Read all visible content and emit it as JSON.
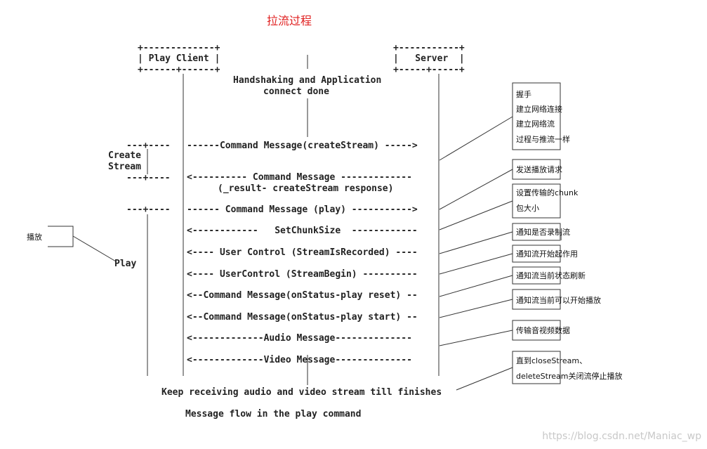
{
  "title": "拉流过程",
  "colors": {
    "title": "#e02020",
    "line": "#333333",
    "text": "#222222",
    "watermark": "#c8c8c8"
  },
  "client_box": {
    "top": "+-------------+",
    "mid": "| Play Client |",
    "bot": "+------+------+"
  },
  "server_box": {
    "top": "+-----------+",
    "mid": "|   Server  |",
    "bot": "+-----+-----+"
  },
  "handshake": [
    "Handshaking and Application",
    "connect done"
  ],
  "create_stream_label": [
    "Create",
    "Stream"
  ],
  "play_label": "Play",
  "dashes": {
    "create_top": "---+----",
    "create_bot": "---+----",
    "play_top": "---+----"
  },
  "messages": [
    "------Command Message(createStream) ----->",
    "<---------- Command Message -------------",
    "(_result- createStream response)",
    "------ Command Message (play) ----------->",
    "<------------   SetChunkSize  ------------",
    "<---- User Control (StreamIsRecorded) ----",
    "<---- UserControl (StreamBegin) ----------",
    "<--Command Message(onStatus-play reset) --",
    "<--Command Message(onStatus-play start) --",
    "<-------------Audio Message--------------",
    "<-------------Video Message--------------"
  ],
  "footer": [
    "Keep receiving audio and video stream till finishes",
    "Message flow in the play command"
  ],
  "left_note": "播放",
  "notes": {
    "handshake": [
      "握手",
      "建立网络连接",
      "建立网络流",
      "过程与推流一样"
    ],
    "play_request": "发送播放请求",
    "chunk": [
      "设置传输的chunk",
      "包大小"
    ],
    "recorded": "通知是否录制流",
    "begin": "通知流开始起作用",
    "reset": "通知流当前状态刷新",
    "start": "通知流当前可以开始播放",
    "av": "传输音视频数据",
    "close": [
      "直到closeStream、",
      "deleteStream关闭流停止播放"
    ]
  },
  "watermark": "https://blog.csdn.net/Maniac_wp"
}
